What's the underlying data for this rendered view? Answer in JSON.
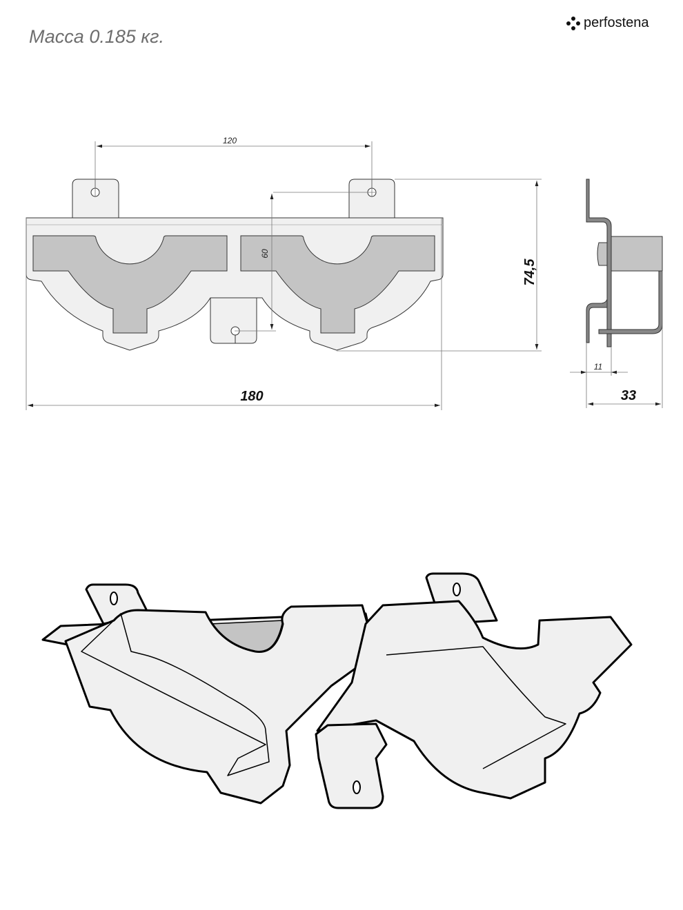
{
  "header": {
    "mass_label": "Масса 0.185 кг.",
    "brand": "perfostena",
    "brand_icon": "dots-logo-icon"
  },
  "dimensions": {
    "hole_spacing": "120",
    "vertical_holes": "60",
    "overall_height": "74,5",
    "overall_width": "180",
    "side_offset": "11",
    "side_depth": "33"
  },
  "colors": {
    "fill_light": "#f0f0f0",
    "fill_gray": "#c4c4c4",
    "line": "#111111",
    "dim_line": "#777777",
    "mass_text": "#6e6e6e"
  }
}
